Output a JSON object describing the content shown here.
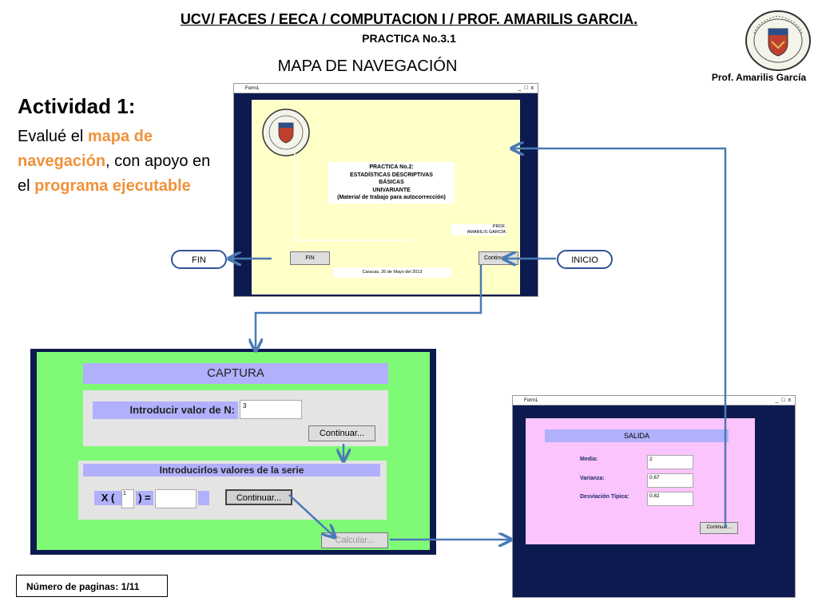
{
  "header": {
    "title": "UCV/ FACES / EECA / COMPUTACION I / PROF. AMARILIS GARCIA.",
    "subtitle": "PRACTICA No.3.1",
    "map_title": "MAPA DE NAVEGACIÓN",
    "prof": "Prof. Amarilis García"
  },
  "activity": {
    "title": "Actividad 1:",
    "text_1": "Evalué el ",
    "hl_1": "mapa de navegación",
    "text_2": ", con apoyo en el ",
    "hl_2": "programa ejecutable",
    "highlight_color": "#f0913a"
  },
  "footer": {
    "pages": "Número de paginas: 1/11"
  },
  "nav": {
    "fin": "FIN",
    "inicio": "INICIO"
  },
  "window1": {
    "titlebar": "Form1",
    "controls": "_ □ x",
    "info_lines": [
      "PRACTICA No.2:",
      "ESTADÍSTICAS DESCRIPTIVAS",
      "BÁSICAS",
      "UNIVARIANTE",
      "(Material de trabajo para autocorrección)"
    ],
    "prof_lines": [
      "PROF.",
      "AMARILIS GARCÍA"
    ],
    "fin_button": "FIN",
    "continue_button": "Continuar...",
    "date": "Caracas, 26 de Mayo del 2013",
    "colors": {
      "frame": "#0d1a4f",
      "client": "#ffffc8"
    }
  },
  "window2": {
    "captura": "CAPTURA",
    "n_label": "Introducir valor de N:",
    "n_value": "3",
    "continue1": "Continuar...",
    "serie_label": "Introducirlos valores de la serie",
    "x_open": "X (",
    "x_index": "1",
    "x_close": ") =",
    "continue2": "Continuar...",
    "calc": "Calcular...",
    "colors": {
      "client": "#7ffa77",
      "band": "#b0b0fc"
    }
  },
  "window3": {
    "titlebar": "Form1",
    "controls": "_ □ x",
    "salida": "SALIDA",
    "media_label": "Media:",
    "media_value": "2",
    "varianza_label": "Varianza:",
    "varianza_value": "0.67",
    "desv_label": "Desviación Típica:",
    "desv_value": "0.82",
    "continue": "Continuar...",
    "colors": {
      "client": "#fcc4fc"
    }
  },
  "arrow_color": "#4a7ab5"
}
